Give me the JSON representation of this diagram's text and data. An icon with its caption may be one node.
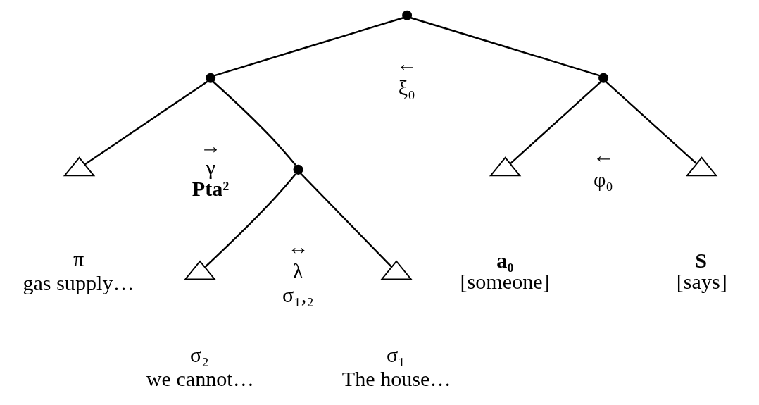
{
  "diagram": {
    "nodes": [
      {
        "text": [],
        "shape": "circle",
        "beside": [
          "←",
          "ξ₀"
        ]
      },
      {
        "text": [],
        "shape": "circle",
        "beside": [
          "→",
          "γ",
          "Pta²"
        ]
      },
      {
        "text": [],
        "shape": "circle",
        "beside": [
          "←",
          "φ₀"
        ]
      },
      {
        "text": [],
        "shape": "triangle",
        "beside": [
          "a₀",
          "[someone]"
        ]
      },
      {
        "text": [],
        "shape": "triangle",
        "beside": [
          "S",
          "[says]"
        ]
      },
      {
        "text": [],
        "shape": "triangle",
        "beside": [
          "π",
          "gas supply…"
        ]
      },
      {
        "text": [],
        "shape": "circle",
        "beside": [
          "↔",
          "λ",
          "σ₁,₂"
        ]
      },
      {
        "text": [],
        "shape": "triangle",
        "beside": [
          "σ₂",
          "we cannot…"
        ]
      },
      {
        "text": [],
        "shape": "triangle",
        "beside": [
          "σ₁",
          "The house…"
        ]
      }
    ],
    "edges": [
      {
        "from": 0,
        "to": 1,
        "arrow": "none"
      },
      {
        "from": 0,
        "to": 2,
        "arrow": "none"
      },
      {
        "from": 2,
        "to": 3,
        "arrow": "none"
      },
      {
        "from": 2,
        "to": 4,
        "arrow": "none"
      },
      {
        "from": 1,
        "to": 5,
        "arrow": "none"
      },
      {
        "from": 1,
        "to": 6,
        "arrow": "none"
      },
      {
        "from": 6,
        "to": 7,
        "arrow": "none"
      },
      {
        "from": 6,
        "to": 8,
        "arrow": "none"
      }
    ]
  }
}
